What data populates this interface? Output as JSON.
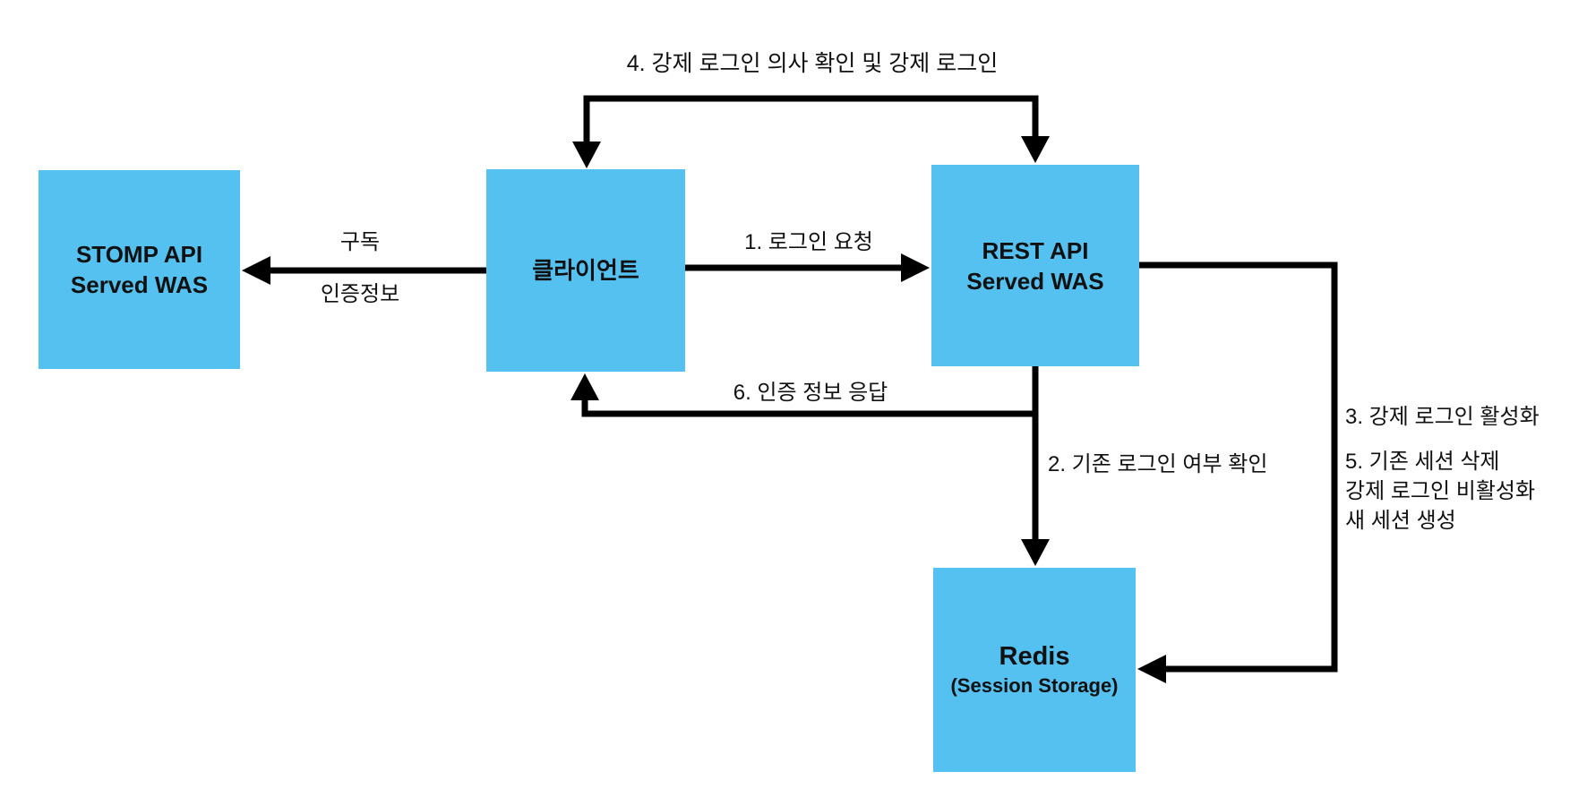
{
  "diagram": {
    "colors": {
      "node_fill": "#55c1f0",
      "line": "#000000",
      "text": "#111111",
      "background": "#ffffff"
    },
    "nodes": {
      "stomp": {
        "title": "STOMP API",
        "subtitle": "Served WAS"
      },
      "client": {
        "title": "클라이언트"
      },
      "rest": {
        "title": "REST API",
        "subtitle": "Served WAS"
      },
      "redis": {
        "title": "Redis",
        "subtitle": "(Session Storage)"
      }
    },
    "edges": {
      "subscribe": {
        "label_top": "구독",
        "label_bottom": "인증정보"
      },
      "login_request": {
        "label": "1. 로그인 요청"
      },
      "check_existing_login": {
        "label": "2. 기존 로그인 여부 확인"
      },
      "enable_force_login": {
        "label": "3. 강제 로그인 활성화"
      },
      "force_login_confirm": {
        "label": "4. 강제 로그인 의사 확인 및 강제 로그인"
      },
      "session_ops": {
        "lines": [
          "5. 기존 세션 삭제",
          "강제 로그인 비활성화",
          "새 세션 생성"
        ]
      },
      "auth_response": {
        "label": "6. 인증 정보 응답"
      }
    }
  }
}
